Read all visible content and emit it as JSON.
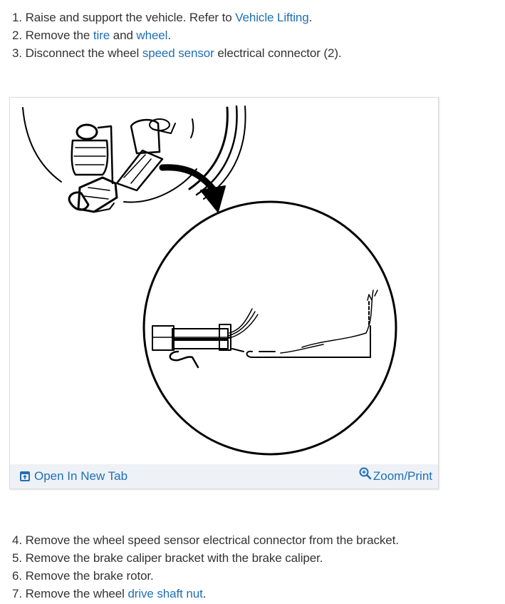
{
  "steps_top": [
    {
      "num": "1.",
      "parts": [
        {
          "t": "Raise and support the vehicle. Refer to "
        },
        {
          "t": "Vehicle Lifting",
          "link": true
        },
        {
          "t": "."
        }
      ]
    },
    {
      "num": "2.",
      "parts": [
        {
          "t": "Remove the "
        },
        {
          "t": "tire",
          "link": true
        },
        {
          "t": " and "
        },
        {
          "t": "wheel",
          "link": true
        },
        {
          "t": "."
        }
      ]
    },
    {
      "num": "3.",
      "parts": [
        {
          "t": "Disconnect the wheel "
        },
        {
          "t": "speed sensor",
          "link": true
        },
        {
          "t": " electrical connector (2)."
        }
      ]
    }
  ],
  "figure": {
    "alt": "Wheel speed sensor electrical connector and bracket illustration",
    "open_label": "Open In New Tab",
    "open_icon": "open-new-tab-icon",
    "zoom_label": "Zoom/Print",
    "zoom_icon": "zoom-in-icon"
  },
  "steps_bottom": [
    {
      "num": "4.",
      "parts": [
        {
          "t": "Remove the wheel speed sensor electrical connector from the bracket."
        }
      ]
    },
    {
      "num": "5.",
      "parts": [
        {
          "t": "Remove the brake caliper bracket with the brake caliper."
        }
      ]
    },
    {
      "num": "6.",
      "parts": [
        {
          "t": "Remove the brake rotor."
        }
      ]
    },
    {
      "num": "7.",
      "parts": [
        {
          "t": "Remove the wheel "
        },
        {
          "t": "drive shaft nut",
          "link": true
        },
        {
          "t": "."
        }
      ]
    }
  ],
  "colors": {
    "link": "#1f6fb5",
    "text": "#333333",
    "footer_bg": "#eef1f6"
  }
}
